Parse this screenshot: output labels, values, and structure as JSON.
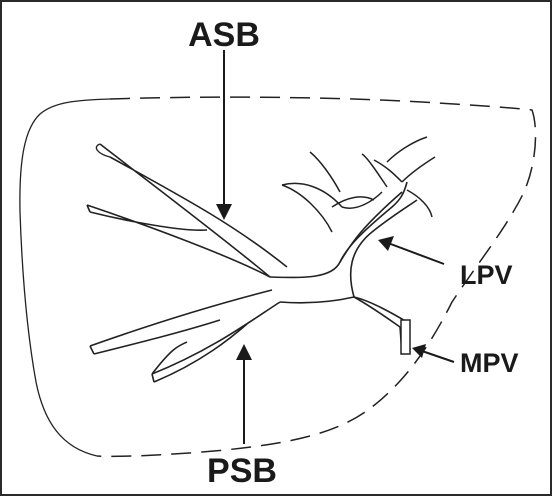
{
  "diagram": {
    "labels": {
      "asb": "ASB",
      "psb": "PSB",
      "lpv": "LPV",
      "mpv": "MPV"
    }
  }
}
